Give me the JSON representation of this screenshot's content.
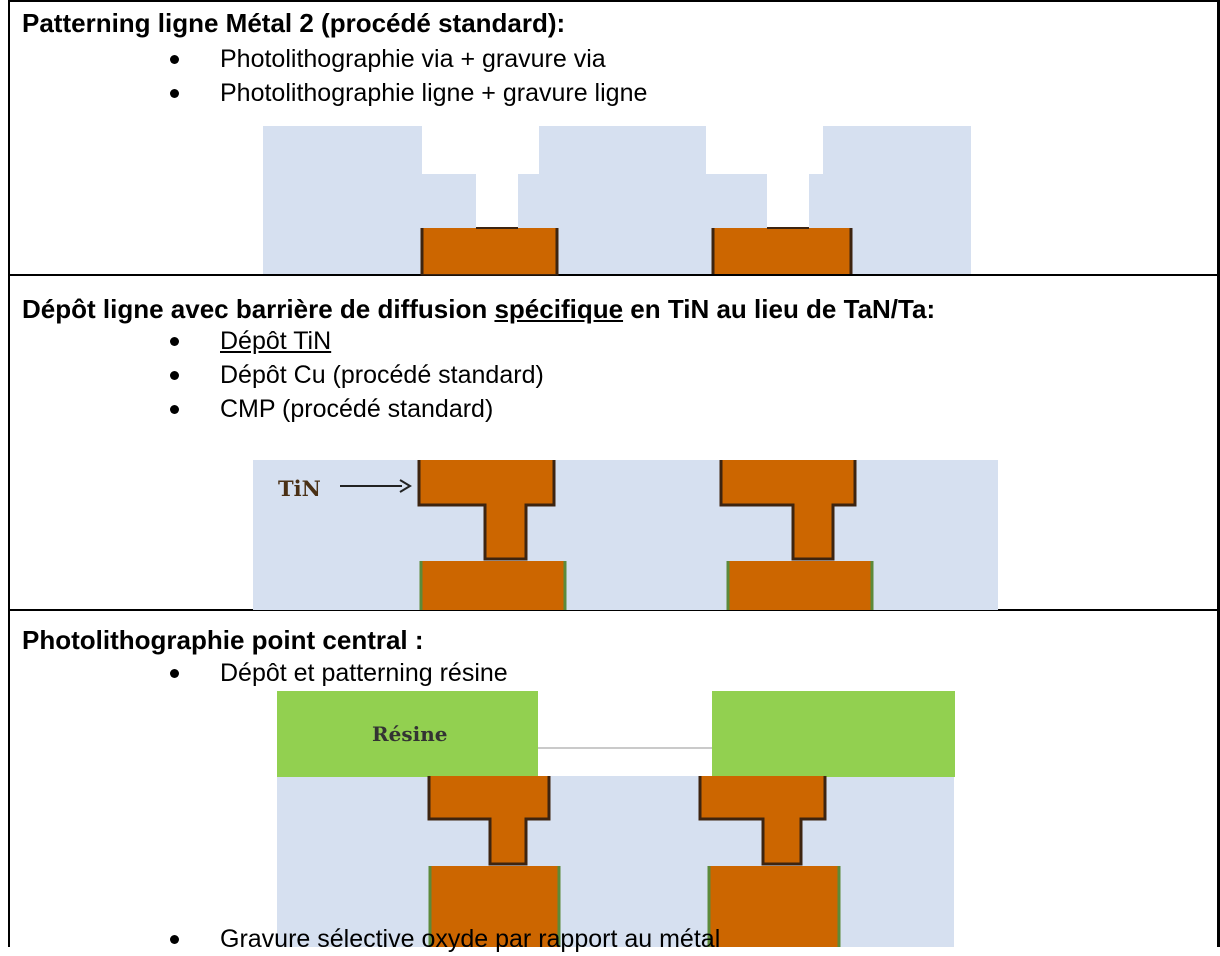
{
  "sections": [
    {
      "heading": "Patterning ligne Métal 2 (procédé standard):",
      "bullets": [
        "Photolithographie  via + gravure via",
        "Photolithographie ligne + gravure ligne"
      ]
    },
    {
      "heading": "Dépôt ligne avec barrière de diffusion spécifique en TiN au lieu de TaN/Ta:",
      "heading_parts": {
        "before": "Dépôt ligne avec barrière de diffusion ",
        "underlined": "spécifique",
        "after": " en TiN au lieu de TaN/Ta:"
      },
      "bullets": [
        "Dépôt TiN",
        "Dépôt Cu (procédé standard)",
        "CMP (procédé standard)"
      ],
      "diagram_label": "TiN"
    },
    {
      "heading": "Photolithographie point central :",
      "bullets": [
        "Dépôt et patterning résine",
        "Gravure sélective oxyde par rapport au métal"
      ],
      "diagram_label": "Résine"
    }
  ],
  "colors": {
    "oxide": "#d6e0f0",
    "copper": "#cc6600",
    "copper_outline": "#3d2410",
    "tin_barrier": "#5c8a3a",
    "resist": "#92d050",
    "border": "#000000"
  }
}
